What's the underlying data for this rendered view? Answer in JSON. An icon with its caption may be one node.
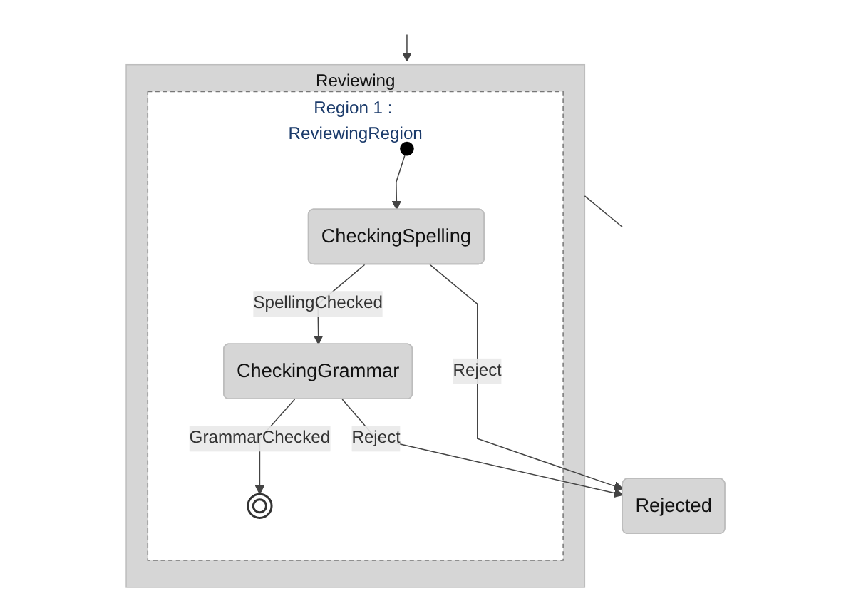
{
  "diagram": {
    "nodes": [
      {
        "text": [
          "Reviewing"
        ]
      },
      {
        "text": [
          "Region 1 : ReviewingRegion"
        ],
        "in": 0
      },
      {
        "text": [],
        "shape": "circle",
        "in": 1
      },
      {
        "text": [
          "CheckingSpelling"
        ],
        "in": 1
      },
      {
        "text": [
          "CheckingGrammar"
        ],
        "in": 1
      },
      {
        "text": [],
        "shape": "bullseye",
        "in": 1
      },
      {
        "text": [
          "Rejected"
        ]
      }
    ],
    "edges": [
      {
        "from": null,
        "to": 0,
        "arrow": "to"
      },
      {
        "from": 2,
        "to": 3,
        "arrow": "to"
      },
      {
        "from": 3,
        "to": 4,
        "arrow": "to",
        "label": "SpellingChecked"
      },
      {
        "from": 4,
        "to": 5,
        "arrow": "to",
        "label": "GrammarChecked"
      },
      {
        "from": 3,
        "to": 6,
        "arrow": "to",
        "label": "Reject"
      },
      {
        "from": 4,
        "to": 6,
        "arrow": "to",
        "label": "Reject"
      },
      {
        "from": 0,
        "to": null,
        "arrow": "none"
      }
    ]
  }
}
